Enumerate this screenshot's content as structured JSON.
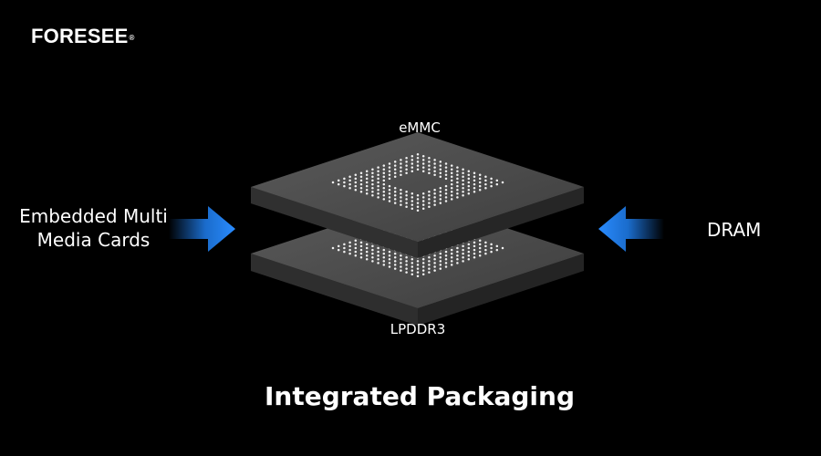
{
  "brand": {
    "logo_text": "FORESEE",
    "registered_mark": "®"
  },
  "labels": {
    "left_line1": "Embedded Multi",
    "left_line2": "Media Cards",
    "right": "DRAM",
    "top_chip": "eMMC",
    "bottom_chip": "LPDDR3"
  },
  "title": "Integrated Packaging",
  "colors": {
    "background": "#000000",
    "arrow_blue": "#1f7ff0",
    "chip_top": "#4a4a4a",
    "chip_side": "#2a2a2a",
    "ball": "#ffffff"
  },
  "icons": {
    "left_arrow": "arrow-right-icon",
    "right_arrow": "arrow-left-icon"
  }
}
